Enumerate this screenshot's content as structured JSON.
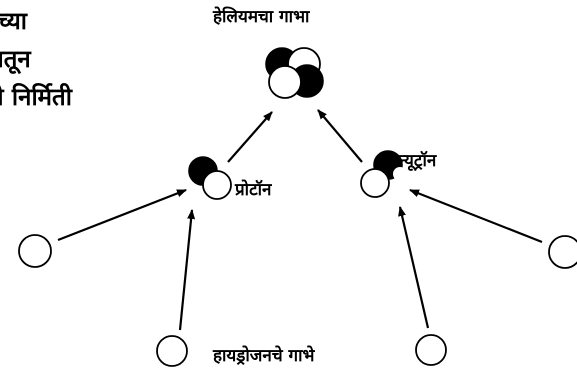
{
  "caption": {
    "line1": "नच्या",
    "line2": "गातून",
    "line3": "वी निर्मिती"
  },
  "labels": {
    "helium_nucleus": "हेलियमचा गाभा",
    "proton": "प्रोटॉन",
    "neutron": "न्यूट्रॉन",
    "hydrogen_nuclei": "हायड्रोजनचे गाभे"
  }
}
